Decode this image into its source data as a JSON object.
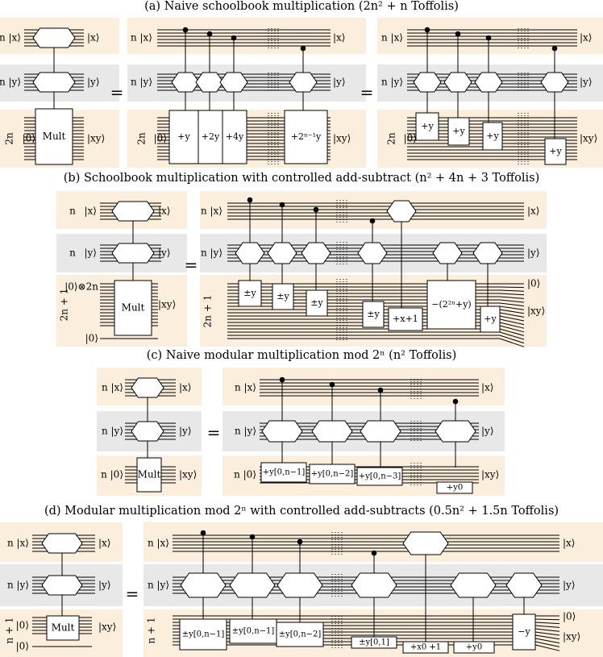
{
  "captions": {
    "a": "(a) Naive schoolbook multiplication (2n² + n Toffolis)",
    "b": "(b) Schoolbook multiplication with controlled add-subtract (n² + 4n + 3 Toffolis)",
    "c": "(c) Naive modular multiplication mod 2ⁿ (n² Toffolis)",
    "d": "(d) Modular multiplication mod 2ⁿ with controlled add-subtracts (0.5n² + 1.5n Toffolis)"
  },
  "colors": {
    "register_x": "#fbeedc",
    "register_y": "#e8e8e8",
    "register_out": "#fbeedc",
    "line": "#000000"
  },
  "symbols": {
    "equals": "=",
    "mult": "Mult"
  },
  "panels": {
    "a": {
      "left_labels": [
        "n |x⟩",
        "n |y⟩",
        "2n |0⟩"
      ],
      "right_labels": [
        "|x⟩",
        "|y⟩",
        "|xy⟩"
      ],
      "middle_boxes": [
        "+y",
        "+2y",
        "+4y",
        "+2ⁿ⁻¹y"
      ],
      "right_boxes": [
        "+y",
        "+y",
        "+y",
        "+y"
      ]
    },
    "b": {
      "left_labels": [
        "n",
        "|x⟩",
        "n",
        "|y⟩",
        "2n + 1",
        "|0⟩⊗2n",
        "|0⟩"
      ],
      "right_labels": [
        "|x⟩",
        "|y⟩",
        "|xy⟩"
      ],
      "expanded_left_labels": [
        "n |x⟩",
        "n |y⟩",
        "2n + 1"
      ],
      "expanded_right_labels": [
        "|x⟩",
        "|y⟩",
        "|0⟩",
        "|xy⟩"
      ],
      "boxes": [
        "±y",
        "±y",
        "±y",
        "±y",
        "+x+1",
        "−(2²ⁿ+y)",
        "+y"
      ]
    },
    "c": {
      "left_labels": [
        "n |x⟩",
        "n |y⟩",
        "n |0⟩"
      ],
      "right_labels": [
        "|x⟩",
        "|y⟩",
        "|xy⟩"
      ],
      "boxes": [
        "+y[0,n−1]",
        "+y[0,n−2]",
        "+y[0,n−3]",
        "+y0"
      ]
    },
    "d": {
      "left_labels": [
        "n |x⟩",
        "n |y⟩",
        "n + 1",
        "|0⟩",
        "|0⟩"
      ],
      "right_labels": [
        "|x⟩",
        "|y⟩",
        "|xy⟩"
      ],
      "expanded_left_labels": [
        "n |x⟩",
        "n |y⟩",
        "n + 1"
      ],
      "expanded_right_labels": [
        "|x⟩",
        "|y⟩",
        "|0⟩",
        "|xy⟩"
      ],
      "boxes": [
        "±y[0,n−1]",
        "±y[0,n−1]",
        "±y[0,n−2]",
        "±y[0,1]",
        "+x0 +1",
        "+y0",
        "−y"
      ]
    }
  }
}
